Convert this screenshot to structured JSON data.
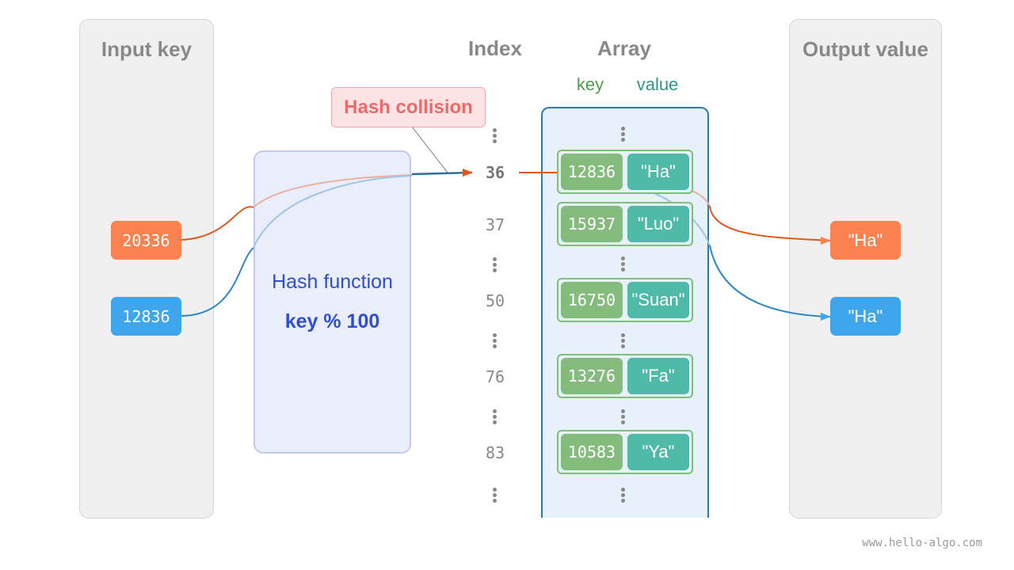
{
  "panels": {
    "input_title": "Input key",
    "output_title": "Output value",
    "index_title": "Index",
    "array_title": "Array"
  },
  "array_headers": {
    "key": "key",
    "value": "value"
  },
  "hash_function": {
    "title": "Hash function",
    "formula": "key % 100"
  },
  "collision_label": "Hash collision",
  "input_keys": [
    {
      "value": "20336",
      "color": "#f98250"
    },
    {
      "value": "12836",
      "color": "#3fa6ec"
    }
  ],
  "output_values": [
    {
      "value": "\"Ha\"",
      "color": "#f98250"
    },
    {
      "value": "\"Ha\"",
      "color": "#3fa6ec"
    }
  ],
  "indices": [
    "36",
    "37",
    "50",
    "76",
    "83"
  ],
  "buckets": [
    {
      "key": "12836",
      "value": "\"Ha\""
    },
    {
      "key": "15937",
      "value": "\"Luo\""
    },
    {
      "key": "16750",
      "value": "\"Suan\""
    },
    {
      "key": "13276",
      "value": "\"Fa\""
    },
    {
      "key": "10583",
      "value": "\"Ya\""
    }
  ],
  "colors": {
    "key_green": "#86bb7e",
    "value_teal": "#4fbaa8",
    "hash_blue": "#2d4fd0",
    "collision_red": "#ed6a6a",
    "array_border": "#2f79b3"
  },
  "watermark": "www.hello-algo.com"
}
